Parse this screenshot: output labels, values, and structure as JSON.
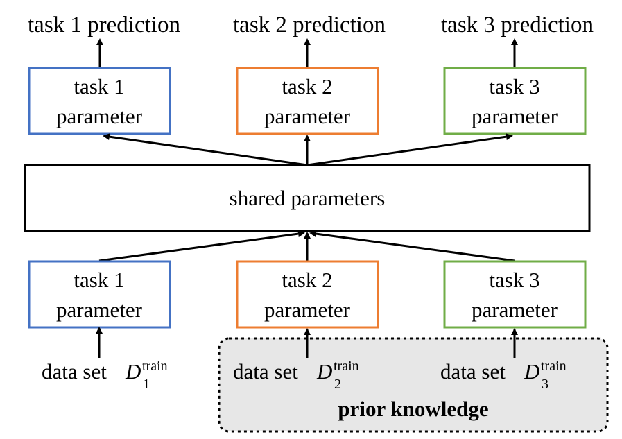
{
  "predictions": [
    "task 1 prediction",
    "task 2 prediction",
    "task 3 prediction"
  ],
  "top_boxes": [
    {
      "line1": "task 1",
      "line2": "parameter"
    },
    {
      "line1": "task 2",
      "line2": "parameter"
    },
    {
      "line1": "task 3",
      "line2": "parameter"
    }
  ],
  "shared": {
    "label": "shared parameters"
  },
  "bottom_boxes": [
    {
      "line1": "task 1",
      "line2": "parameter"
    },
    {
      "line1": "task 2",
      "line2": "parameter"
    },
    {
      "line1": "task 3",
      "line2": "parameter"
    }
  ],
  "datasets": [
    {
      "prefix": "data set",
      "symbol": "D",
      "sub": "1",
      "sup": "train"
    },
    {
      "prefix": "data set",
      "symbol": "D",
      "sub": "2",
      "sup": "train"
    },
    {
      "prefix": "data set",
      "symbol": "D",
      "sub": "3",
      "sup": "train"
    }
  ],
  "prior": {
    "label": "prior knowledge"
  },
  "colors": {
    "task1": "#4472C4",
    "task2": "#ED7D31",
    "task3": "#70AD47",
    "prior_fill": "#E7E7E7",
    "line": "#000000"
  }
}
